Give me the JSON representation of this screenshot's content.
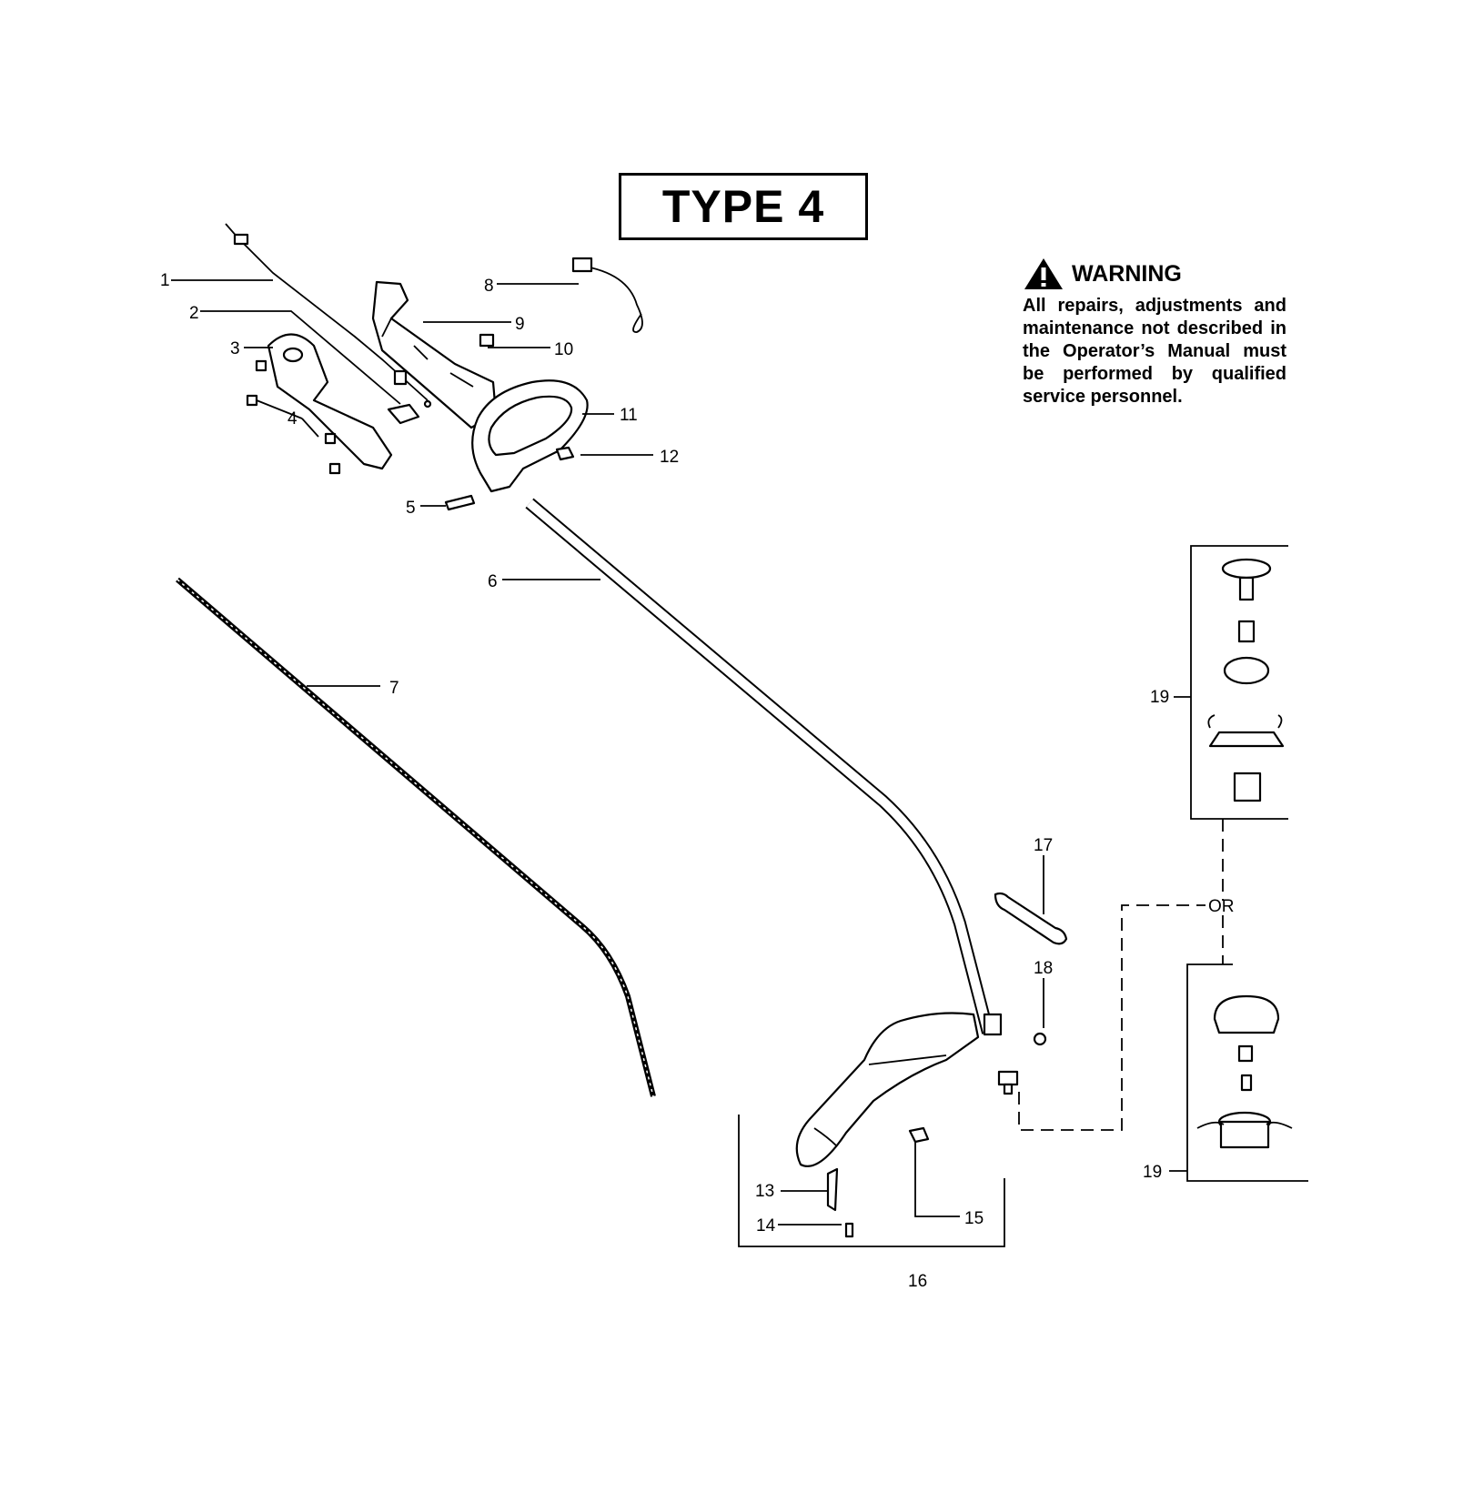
{
  "title": "TYPE 4",
  "warning": {
    "heading": "WARNING",
    "icon": "warning-triangle-icon",
    "text": "All repairs, adjustments and maintenance not described in the Operator’s Manual must be performed by qualified service personnel."
  },
  "connector_label": "OR",
  "callouts": [
    "1",
    "2",
    "3",
    "4",
    "5",
    "6",
    "7",
    "8",
    "9",
    "10",
    "11",
    "12",
    "13",
    "14",
    "15",
    "16",
    "17",
    "18",
    "19",
    "19"
  ]
}
